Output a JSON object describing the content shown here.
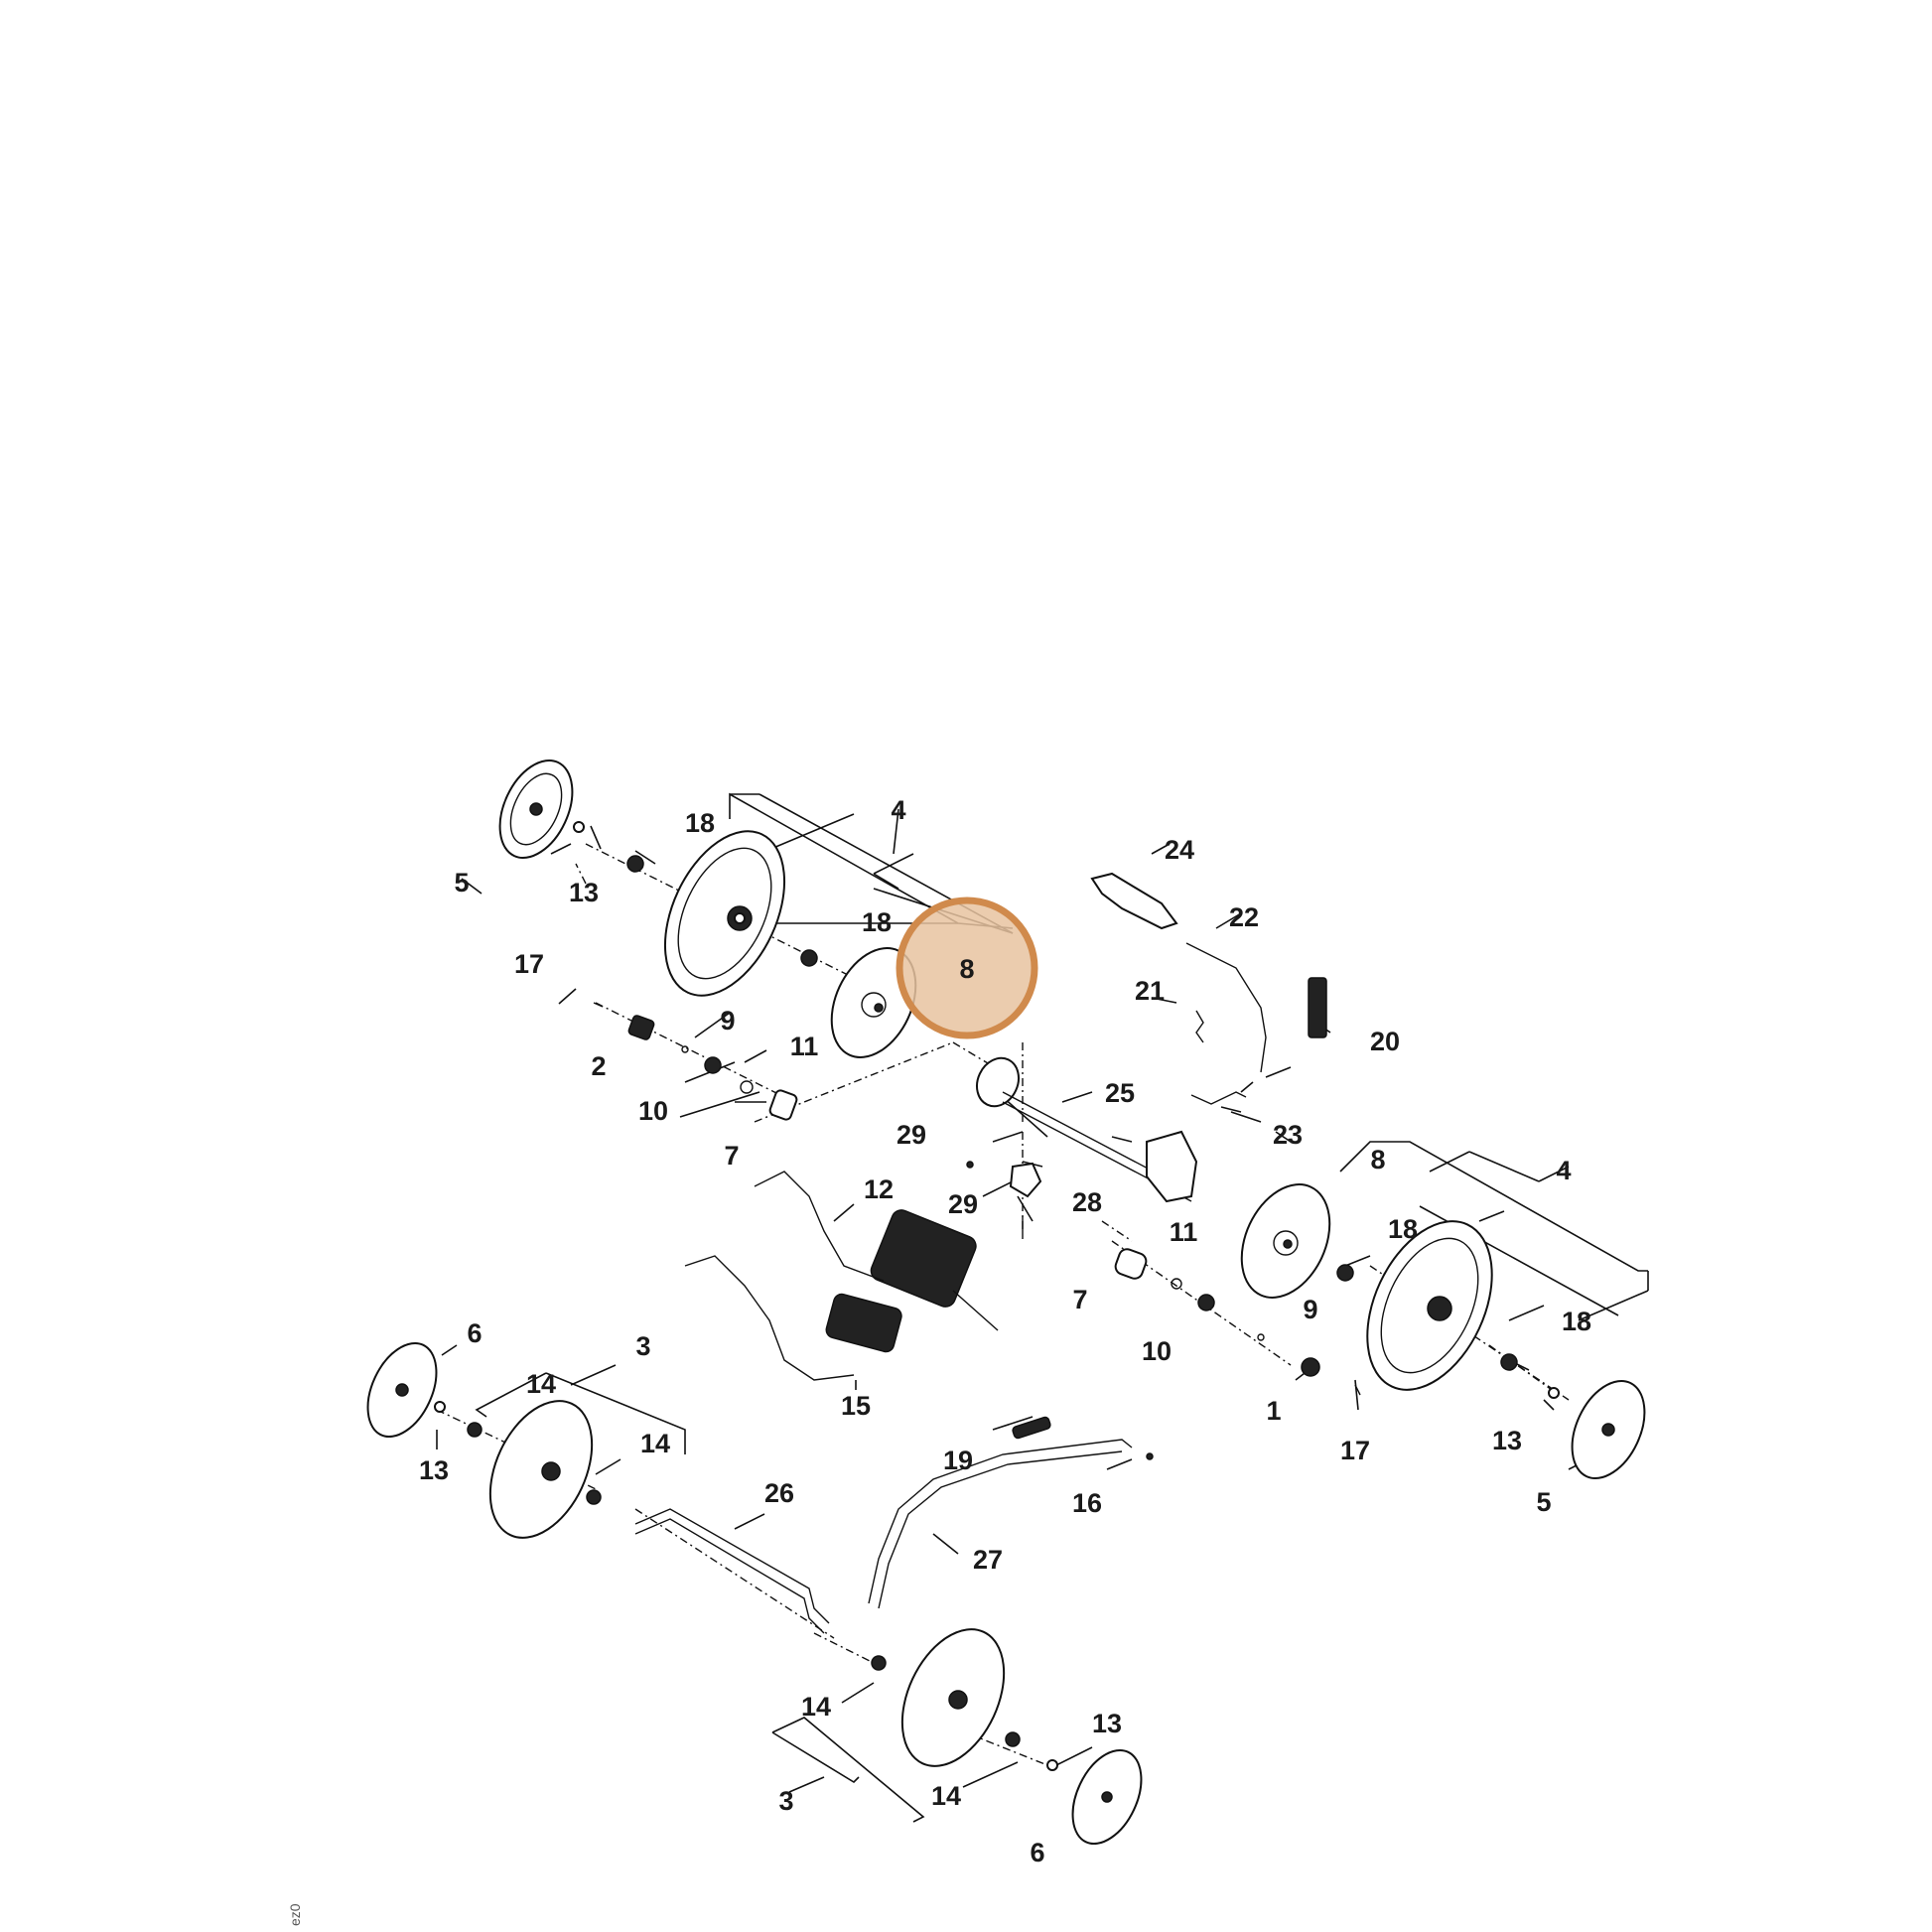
{
  "highlight": {
    "label": "8",
    "color": "#d08a4c",
    "fill": "#e8c3a0"
  },
  "side_text": "ez0",
  "callouts": [
    {
      "id": "c-18a",
      "text": "18"
    },
    {
      "id": "c-4a",
      "text": "4"
    },
    {
      "id": "c-5a",
      "text": "5"
    },
    {
      "id": "c-13a",
      "text": "13"
    },
    {
      "id": "c-18b",
      "text": "18"
    },
    {
      "id": "c-17a",
      "text": "17"
    },
    {
      "id": "c-9a",
      "text": "9"
    },
    {
      "id": "c-2",
      "text": "2"
    },
    {
      "id": "c-11a",
      "text": "11"
    },
    {
      "id": "c-10a",
      "text": "10"
    },
    {
      "id": "c-7a",
      "text": "7"
    },
    {
      "id": "c-24",
      "text": "24"
    },
    {
      "id": "c-22",
      "text": "22"
    },
    {
      "id": "c-21",
      "text": "21"
    },
    {
      "id": "c-20",
      "text": "20"
    },
    {
      "id": "c-25",
      "text": "25"
    },
    {
      "id": "c-23",
      "text": "23"
    },
    {
      "id": "c-29a",
      "text": "29"
    },
    {
      "id": "c-28",
      "text": "28"
    },
    {
      "id": "c-29b",
      "text": "29"
    },
    {
      "id": "c-12",
      "text": "12"
    },
    {
      "id": "c-8b",
      "text": "8"
    },
    {
      "id": "c-4b",
      "text": "4"
    },
    {
      "id": "c-11b",
      "text": "11"
    },
    {
      "id": "c-18c",
      "text": "18"
    },
    {
      "id": "c-7b",
      "text": "7"
    },
    {
      "id": "c-9b",
      "text": "9"
    },
    {
      "id": "c-10b",
      "text": "10"
    },
    {
      "id": "c-18d",
      "text": "18"
    },
    {
      "id": "c-1",
      "text": "1"
    },
    {
      "id": "c-17b",
      "text": "17"
    },
    {
      "id": "c-13b",
      "text": "13"
    },
    {
      "id": "c-5b",
      "text": "5"
    },
    {
      "id": "c-15",
      "text": "15"
    },
    {
      "id": "c-6a",
      "text": "6"
    },
    {
      "id": "c-3a",
      "text": "3"
    },
    {
      "id": "c-14a",
      "text": "14"
    },
    {
      "id": "c-13c",
      "text": "13"
    },
    {
      "id": "c-14b",
      "text": "14"
    },
    {
      "id": "c-26",
      "text": "26"
    },
    {
      "id": "c-19",
      "text": "19"
    },
    {
      "id": "c-16",
      "text": "16"
    },
    {
      "id": "c-27",
      "text": "27"
    },
    {
      "id": "c-14c",
      "text": "14"
    },
    {
      "id": "c-13d",
      "text": "13"
    },
    {
      "id": "c-3b",
      "text": "3"
    },
    {
      "id": "c-14d",
      "text": "14"
    },
    {
      "id": "c-6b",
      "text": "6"
    }
  ]
}
